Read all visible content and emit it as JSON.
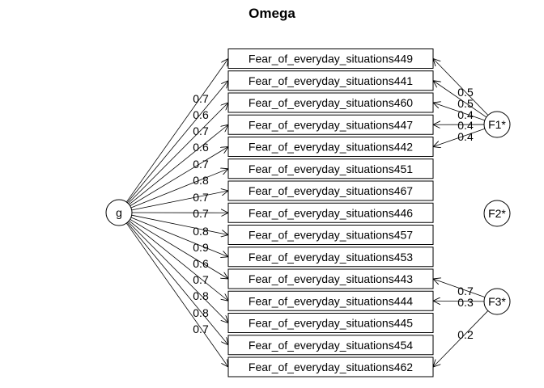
{
  "title": "Omega",
  "general_factor": {
    "label": "g"
  },
  "group_factors": [
    {
      "id": "F1",
      "label": "F1*"
    },
    {
      "id": "F2",
      "label": "F2*"
    },
    {
      "id": "F3",
      "label": "F3*"
    }
  ],
  "items": [
    {
      "label": "Fear_of_everyday_situations449",
      "g": "0.7"
    },
    {
      "label": "Fear_of_everyday_situations441",
      "g": "0.6"
    },
    {
      "label": "Fear_of_everyday_situations460",
      "g": "0.7"
    },
    {
      "label": "Fear_of_everyday_situations447",
      "g": "0.6"
    },
    {
      "label": "Fear_of_everyday_situations442",
      "g": "0.7"
    },
    {
      "label": "Fear_of_everyday_situations451",
      "g": "0.8"
    },
    {
      "label": "Fear_of_everyday_situations467",
      "g": "0.7"
    },
    {
      "label": "Fear_of_everyday_situations446",
      "g": "0.7"
    },
    {
      "label": "Fear_of_everyday_situations457",
      "g": "0.8"
    },
    {
      "label": "Fear_of_everyday_situations453",
      "g": "0.9"
    },
    {
      "label": "Fear_of_everyday_situations443",
      "g": "0.6"
    },
    {
      "label": "Fear_of_everyday_situations444",
      "g": "0.7"
    },
    {
      "label": "Fear_of_everyday_situations445",
      "g": "0.8"
    },
    {
      "label": "Fear_of_everyday_situations454",
      "g": "0.8"
    },
    {
      "label": "Fear_of_everyday_situations462",
      "g": "0.7"
    }
  ],
  "group_loadings": [
    {
      "factor": "F1",
      "item": 0,
      "value": "0.5"
    },
    {
      "factor": "F1",
      "item": 1,
      "value": "0.5"
    },
    {
      "factor": "F1",
      "item": 2,
      "value": "0.4"
    },
    {
      "factor": "F1",
      "item": 3,
      "value": "0.4"
    },
    {
      "factor": "F1",
      "item": 4,
      "value": "0.4"
    },
    {
      "factor": "F3",
      "item": 10,
      "value": "0.7"
    },
    {
      "factor": "F3",
      "item": 11,
      "value": "0.3"
    },
    {
      "factor": "F3",
      "item": 14,
      "value": "0.2"
    }
  ]
}
